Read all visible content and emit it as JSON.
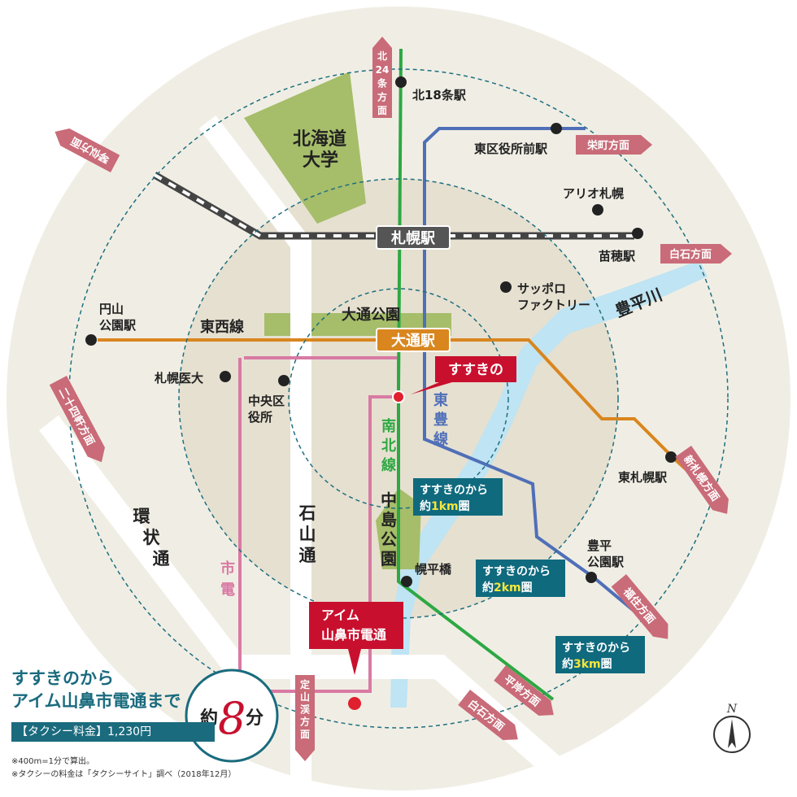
{
  "colors": {
    "ring_bg": "#f0eee4",
    "inner_bg": "#e6e0d0",
    "park": "#a6bd6a",
    "river": "#bfe4f3",
    "line_namboku": "#2da843",
    "line_toho": "#4f6fb8",
    "line_tozai": "#d9861f",
    "line_streetcar": "#d97aa4",
    "rail_dark": "#444444",
    "arrow_box": "#c96b78",
    "accent_red": "#c8102e",
    "teal": "#0f6a7e"
  },
  "map": {
    "park_hokudai": "北海道\n大学",
    "park_odori": "大通公園",
    "park_nakajima": "中\n島\n公\n園",
    "river_toyohira": "豊平川",
    "road_ishiyama": "石\n山\n通",
    "road_kanjo": "環\n状\n通",
    "streetcar": "市\n電",
    "line_tozai": "東西線",
    "line_namboku": "南\n北\n線",
    "line_toho": "東\n豊\n線"
  },
  "stations": [
    {
      "id": "kita18",
      "name": "北18条駅"
    },
    {
      "id": "higashikuyakusho",
      "name": "東区役所前駅"
    },
    {
      "id": "ario",
      "name": "アリオ札幌"
    },
    {
      "id": "naebo",
      "name": "苗穂駅"
    },
    {
      "id": "factory",
      "name": "サッポロ\nファクトリー"
    },
    {
      "id": "maruyama",
      "name": "円山\n公園駅"
    },
    {
      "id": "idai",
      "name": "札幌医大"
    },
    {
      "id": "chuoku",
      "name": "中央区\n役所"
    },
    {
      "id": "higashisapporo",
      "name": "東札幌駅"
    },
    {
      "id": "toyohira",
      "name": "豊平\n公園駅"
    },
    {
      "id": "horohirabashi",
      "name": "幌平橋"
    }
  ],
  "big_stations": {
    "sapporo": "札幌駅",
    "odori": "大通駅",
    "susukino": "すすきの"
  },
  "target": {
    "name": "アイム\n山鼻市電通"
  },
  "directions": [
    {
      "id": "kita24",
      "label": "北\n24\n条\n方\n面"
    },
    {
      "id": "sakaemachi",
      "label": "栄町方面"
    },
    {
      "id": "kotoni",
      "label": "琴似方面"
    },
    {
      "id": "shiroishi1",
      "label": "白石方面"
    },
    {
      "id": "nijuyonken",
      "label": "二十四軒方面"
    },
    {
      "id": "shinsapporo",
      "label": "新札幌方面"
    },
    {
      "id": "fukuzumi",
      "label": "福住方面"
    },
    {
      "id": "hiragishi",
      "label": "平岸方面"
    },
    {
      "id": "shiroishi2",
      "label": "白石方面"
    },
    {
      "id": "jozankei",
      "label": "定\n山\n渓\n方\n面"
    }
  ],
  "rings": [
    {
      "id": "r1",
      "line1": "すすきのから",
      "line2_pre": "約",
      "line2_num": "1km",
      "line2_post": "圏"
    },
    {
      "id": "r2",
      "line1": "すすきのから",
      "line2_pre": "約",
      "line2_num": "2km",
      "line2_post": "圏"
    },
    {
      "id": "r3",
      "line1": "すすきのから",
      "line2_pre": "約",
      "line2_num": "3km",
      "line2_post": "圏"
    }
  ],
  "compass": "N",
  "info": {
    "title_line1": "すすきのから",
    "title_line2": "アイム山鼻市電通まで",
    "time_pre": "約",
    "time_num": "8",
    "time_post": "分",
    "fare": "【タクシー料金】1,230円",
    "note1": "※400m=1分で算出。",
    "note2": "※タクシーの料金は「タクシーサイト」調べ（2018年12月）"
  }
}
